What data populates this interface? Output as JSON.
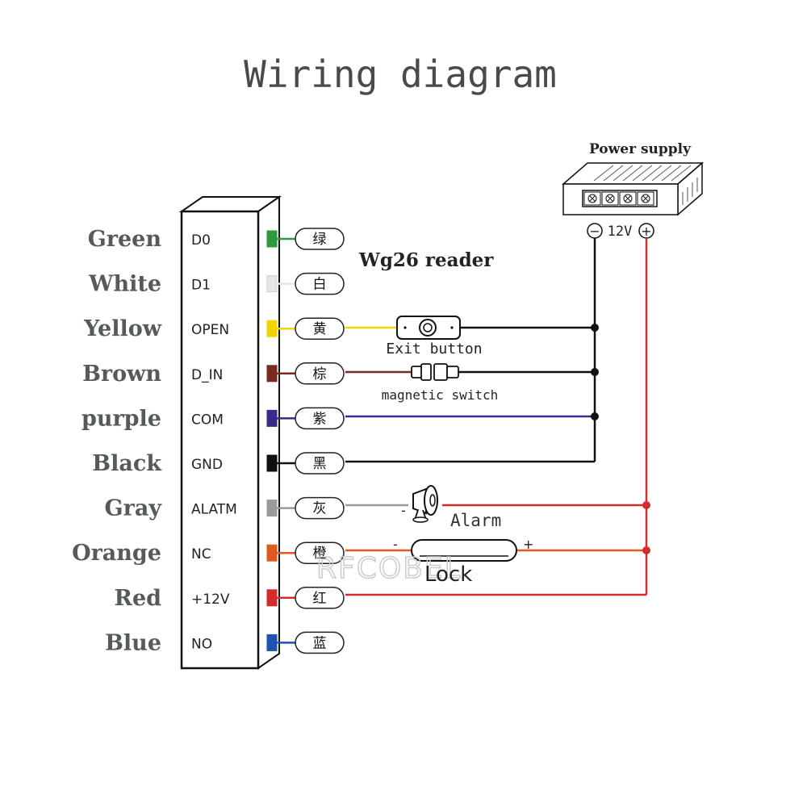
{
  "title": "Wiring diagram",
  "reader_label": "Wg26  reader",
  "power_supply": {
    "label": "Power supply",
    "voltage": "12V",
    "minus": "−",
    "plus": "+"
  },
  "wires": [
    {
      "color_name": "Green",
      "pin": "D0",
      "tag": "绿",
      "hex": "#2e9a3e"
    },
    {
      "color_name": "White",
      "pin": "D1",
      "tag": "白",
      "hex": "#e6e6e6"
    },
    {
      "color_name": "Yellow",
      "pin": "OPEN",
      "tag": "黄",
      "hex": "#f2d500"
    },
    {
      "color_name": "Brown",
      "pin": "D_IN",
      "tag": "棕",
      "hex": "#7a2a22"
    },
    {
      "color_name": "purple",
      "pin": "COM",
      "tag": "紫",
      "hex": "#3a2a8a"
    },
    {
      "color_name": "Black",
      "pin": "GND",
      "tag": "黑",
      "hex": "#111111"
    },
    {
      "color_name": "Gray",
      "pin": "ALATM",
      "tag": "灰",
      "hex": "#9a9a9a"
    },
    {
      "color_name": "Orange",
      "pin": "NC",
      "tag": "橙",
      "hex": "#e05a1e"
    },
    {
      "color_name": "Red",
      "pin": "+12V",
      "tag": "红",
      "hex": "#d42c2c"
    },
    {
      "color_name": "Blue",
      "pin": "NO",
      "tag": "蓝",
      "hex": "#2050b0"
    }
  ],
  "devices": {
    "exit_button": "Exit button",
    "magnetic_switch": "magnetic switch",
    "alarm": "Alarm",
    "alarm_minus": "-",
    "lock": "Lock",
    "lock_minus": "-",
    "lock_plus": "+"
  },
  "watermark": "RFCOBEL",
  "colors": {
    "red_line": "#d42c2c",
    "black_line": "#111111",
    "gray_line": "#9a9a9a",
    "orange_line": "#e05a1e"
  }
}
